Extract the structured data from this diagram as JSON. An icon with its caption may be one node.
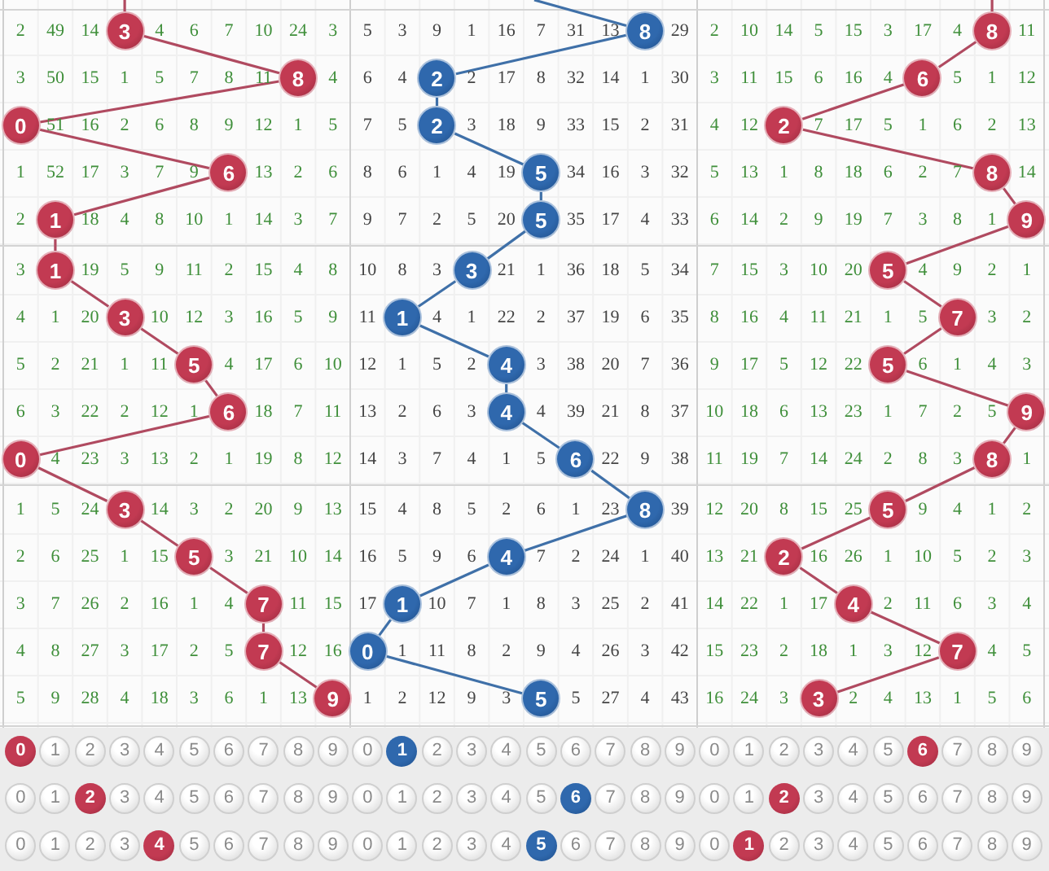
{
  "diagram": {
    "nodes": [
      {
        "text": [
          "3"
        ]
      },
      {
        "text": [
          "8"
        ]
      },
      {
        "text": [
          "8"
        ]
      },
      {
        "text": [
          "8"
        ]
      },
      {
        "text": [
          "2"
        ]
      },
      {
        "text": [
          "6"
        ]
      },
      {
        "text": [
          "0"
        ]
      },
      {
        "text": [
          "2"
        ]
      },
      {
        "text": [
          "2"
        ]
      },
      {
        "text": [
          "6"
        ]
      },
      {
        "text": [
          "5"
        ]
      },
      {
        "text": [
          "8"
        ]
      },
      {
        "text": [
          "1"
        ]
      },
      {
        "text": [
          "5"
        ]
      },
      {
        "text": [
          "9"
        ]
      },
      {
        "text": [
          "1"
        ]
      },
      {
        "text": [
          "3"
        ]
      },
      {
        "text": [
          "5"
        ]
      },
      {
        "text": [
          "3"
        ]
      },
      {
        "text": [
          "1"
        ]
      },
      {
        "text": [
          "7"
        ]
      },
      {
        "text": [
          "5"
        ]
      },
      {
        "text": [
          "4"
        ]
      },
      {
        "text": [
          "5"
        ]
      },
      {
        "text": [
          "6"
        ]
      },
      {
        "text": [
          "4"
        ]
      },
      {
        "text": [
          "9"
        ]
      },
      {
        "text": [
          "0"
        ]
      },
      {
        "text": [
          "6"
        ]
      },
      {
        "text": [
          "8"
        ]
      },
      {
        "text": [
          "3"
        ]
      },
      {
        "text": [
          "8"
        ]
      },
      {
        "text": [
          "5"
        ]
      },
      {
        "text": [
          "5"
        ]
      },
      {
        "text": [
          "4"
        ]
      },
      {
        "text": [
          "2"
        ]
      },
      {
        "text": [
          "7"
        ]
      },
      {
        "text": [
          "1"
        ]
      },
      {
        "text": [
          "4"
        ]
      },
      {
        "text": [
          "7"
        ]
      },
      {
        "text": [
          "0"
        ]
      },
      {
        "text": [
          "7"
        ]
      },
      {
        "text": [
          "9"
        ]
      },
      {
        "text": [
          "5"
        ]
      },
      {
        "text": [
          "3"
        ]
      },
      {
        "text": [
          "0"
        ]
      },
      {
        "text": [
          "1"
        ]
      },
      {
        "text": [
          "2"
        ]
      },
      {
        "text": [
          "3"
        ]
      },
      {
        "text": [
          "4"
        ]
      },
      {
        "text": [
          "5"
        ]
      },
      {
        "text": [
          "6"
        ]
      },
      {
        "text": [
          "7"
        ]
      },
      {
        "text": [
          "8"
        ]
      },
      {
        "text": [
          "9"
        ]
      },
      {
        "text": [
          "0"
        ]
      },
      {
        "text": [
          "1"
        ]
      },
      {
        "text": [
          "2"
        ]
      },
      {
        "text": [
          "3"
        ]
      },
      {
        "text": [
          "4"
        ]
      },
      {
        "text": [
          "5"
        ]
      },
      {
        "text": [
          "6"
        ]
      },
      {
        "text": [
          "7"
        ]
      },
      {
        "text": [
          "8"
        ]
      },
      {
        "text": [
          "9"
        ]
      },
      {
        "text": [
          "0"
        ]
      },
      {
        "text": [
          "1"
        ]
      },
      {
        "text": [
          "2"
        ]
      },
      {
        "text": [
          "3"
        ]
      },
      {
        "text": [
          "4"
        ]
      },
      {
        "text": [
          "5"
        ]
      },
      {
        "text": [
          "6"
        ]
      },
      {
        "text": [
          "7"
        ]
      },
      {
        "text": [
          "8"
        ]
      },
      {
        "text": [
          "9"
        ]
      },
      {
        "text": [
          "0"
        ]
      },
      {
        "text": [
          "1"
        ]
      },
      {
        "text": [
          "2"
        ]
      },
      {
        "text": [
          "3"
        ]
      },
      {
        "text": [
          "4"
        ]
      },
      {
        "text": [
          "5"
        ]
      },
      {
        "text": [
          "6"
        ]
      },
      {
        "text": [
          "7"
        ]
      },
      {
        "text": [
          "8"
        ]
      },
      {
        "text": [
          "9"
        ]
      },
      {
        "text": [
          "0"
        ]
      },
      {
        "text": [
          "1"
        ]
      },
      {
        "text": [
          "2"
        ]
      },
      {
        "text": [
          "3"
        ]
      },
      {
        "text": [
          "4"
        ]
      },
      {
        "text": [
          "5"
        ]
      },
      {
        "text": [
          "6"
        ]
      },
      {
        "text": [
          "7"
        ]
      },
      {
        "text": [
          "8"
        ]
      },
      {
        "text": [
          "9"
        ]
      },
      {
        "text": [
          "0"
        ]
      },
      {
        "text": [
          "1"
        ]
      },
      {
        "text": [
          "2"
        ]
      },
      {
        "text": [
          "3"
        ]
      },
      {
        "text": [
          "4"
        ]
      },
      {
        "text": [
          "5"
        ]
      },
      {
        "text": [
          "6"
        ]
      },
      {
        "text": [
          "7"
        ]
      },
      {
        "text": [
          "8"
        ]
      },
      {
        "text": [
          "9"
        ]
      },
      {
        "text": [
          "0"
        ]
      },
      {
        "text": [
          "1"
        ]
      },
      {
        "text": [
          "2"
        ]
      },
      {
        "text": [
          "3"
        ]
      },
      {
        "text": [
          "4"
        ]
      },
      {
        "text": [
          "5"
        ]
      },
      {
        "text": [
          "6"
        ]
      },
      {
        "text": [
          "7"
        ]
      },
      {
        "text": [
          "8"
        ]
      },
      {
        "text": [
          "9"
        ]
      },
      {
        "text": [
          "0"
        ]
      },
      {
        "text": [
          "1"
        ]
      },
      {
        "text": [
          "2"
        ]
      },
      {
        "text": [
          "3"
        ]
      },
      {
        "text": [
          "4"
        ]
      },
      {
        "text": [
          "5"
        ]
      },
      {
        "text": [
          "6"
        ]
      },
      {
        "text": [
          "7"
        ]
      },
      {
        "text": [
          "8"
        ]
      },
      {
        "text": [
          "9"
        ]
      },
      {
        "text": [
          "0"
        ]
      },
      {
        "text": [
          "1"
        ]
      },
      {
        "text": [
          "2"
        ]
      },
      {
        "text": [
          "3"
        ]
      },
      {
        "text": [
          "4"
        ]
      },
      {
        "text": [
          "5"
        ]
      },
      {
        "text": [
          "6"
        ]
      },
      {
        "text": [
          "7"
        ]
      },
      {
        "text": [
          "8"
        ]
      },
      {
        "text": [
          "9"
        ]
      }
    ],
    "edges": [
      {
        "from": null,
        "to": 0,
        "arrow": "none"
      },
      {
        "from": 0,
        "to": 3,
        "arrow": "none"
      },
      {
        "from": 3,
        "to": 6,
        "arrow": "none"
      },
      {
        "from": 6,
        "to": 9,
        "arrow": "none"
      },
      {
        "from": 9,
        "to": 12,
        "arrow": "none"
      },
      {
        "from": 12,
        "to": 15,
        "arrow": "none"
      },
      {
        "from": 15,
        "to": 18,
        "arrow": "none"
      },
      {
        "from": 18,
        "to": 21,
        "arrow": "none"
      },
      {
        "from": 21,
        "to": 24,
        "arrow": "none"
      },
      {
        "from": 24,
        "to": 27,
        "arrow": "none"
      },
      {
        "from": 27,
        "to": 30,
        "arrow": "none"
      },
      {
        "from": 30,
        "to": 33,
        "arrow": "none"
      },
      {
        "from": 33,
        "to": 36,
        "arrow": "none"
      },
      {
        "from": 36,
        "to": 39,
        "arrow": "none"
      },
      {
        "from": 39,
        "to": 42,
        "arrow": "none"
      },
      {
        "from": null,
        "to": 1,
        "arrow": "none",
        "color": "#3f70a8"
      },
      {
        "from": 1,
        "to": 4,
        "arrow": "none",
        "color": "#3f70a8"
      },
      {
        "from": 4,
        "to": 7,
        "arrow": "none",
        "color": "#3f70a8"
      },
      {
        "from": 7,
        "to": 10,
        "arrow": "none",
        "color": "#3f70a8"
      },
      {
        "from": 10,
        "to": 13,
        "arrow": "none",
        "color": "#3f70a8"
      },
      {
        "from": 13,
        "to": 16,
        "arrow": "none",
        "color": "#3f70a8"
      },
      {
        "from": 16,
        "to": 19,
        "arrow": "none",
        "color": "#3f70a8"
      },
      {
        "from": 19,
        "to": 22,
        "arrow": "none",
        "color": "#3f70a8"
      },
      {
        "from": 22,
        "to": 25,
        "arrow": "none",
        "color": "#3f70a8"
      },
      {
        "from": 25,
        "to": 28,
        "arrow": "none",
        "color": "#3f70a8"
      },
      {
        "from": 28,
        "to": 31,
        "arrow": "none",
        "color": "#3f70a8"
      },
      {
        "from": 31,
        "to": 34,
        "arrow": "none",
        "color": "#3f70a8"
      },
      {
        "from": 34,
        "to": 37,
        "arrow": "none",
        "color": "#3f70a8"
      },
      {
        "from": 37,
        "to": 40,
        "arrow": "none",
        "color": "#3f70a8"
      },
      {
        "from": 40,
        "to": 43,
        "arrow": "none",
        "color": "#3f70a8"
      },
      {
        "from": null,
        "to": 2,
        "arrow": "none"
      },
      {
        "from": 2,
        "to": 5,
        "arrow": "none"
      },
      {
        "from": 5,
        "to": 8,
        "arrow": "none"
      },
      {
        "from": 8,
        "to": 11,
        "arrow": "none"
      },
      {
        "from": 11,
        "to": 14,
        "arrow": "none"
      },
      {
        "from": 14,
        "to": 17,
        "arrow": "none"
      },
      {
        "from": 17,
        "to": 20,
        "arrow": "none"
      },
      {
        "from": 20,
        "to": 23,
        "arrow": "none"
      },
      {
        "from": 23,
        "to": 26,
        "arrow": "none"
      },
      {
        "from": 26,
        "to": 29,
        "arrow": "none"
      },
      {
        "from": 29,
        "to": 32,
        "arrow": "none"
      },
      {
        "from": 32,
        "to": 35,
        "arrow": "none"
      },
      {
        "from": 35,
        "to": 38,
        "arrow": "none"
      },
      {
        "from": 38,
        "to": 41,
        "arrow": "none"
      },
      {
        "from": 41,
        "to": 44,
        "arrow": "none"
      }
    ],
    "labels": [
      "2",
      "49",
      "14",
      "4",
      "6",
      "7",
      "10",
      "24",
      "3",
      "5",
      "3",
      "9",
      "1",
      "16",
      "7",
      "31",
      "13",
      "29",
      "2",
      "10",
      "14",
      "5",
      "15",
      "3",
      "17",
      "4",
      "11",
      "3",
      "50",
      "15",
      "1",
      "5",
      "7",
      "8",
      "11",
      "4",
      "6",
      "4",
      "2",
      "17",
      "8",
      "32",
      "14",
      "1",
      "30",
      "3",
      "11",
      "15",
      "6",
      "16",
      "4",
      "5",
      "1",
      "12",
      "51",
      "16",
      "2",
      "6",
      "8",
      "9",
      "12",
      "1",
      "5",
      "7",
      "5",
      "3",
      "18",
      "9",
      "33",
      "15",
      "2",
      "31",
      "4",
      "12",
      "7",
      "17",
      "5",
      "1",
      "6",
      "2",
      "13",
      "1",
      "52",
      "17",
      "3",
      "7",
      "9",
      "13",
      "2",
      "6",
      "8",
      "6",
      "1",
      "4",
      "19",
      "34",
      "16",
      "3",
      "32",
      "5",
      "13",
      "1",
      "8",
      "18",
      "6",
      "2",
      "7",
      "14",
      "2",
      "18",
      "4",
      "8",
      "10",
      "1",
      "14",
      "3",
      "7",
      "9",
      "7",
      "2",
      "5",
      "20",
      "35",
      "17",
      "4",
      "33",
      "6",
      "14",
      "2",
      "9",
      "19",
      "7",
      "3",
      "8",
      "1",
      "3",
      "19",
      "5",
      "9",
      "11",
      "2",
      "15",
      "4",
      "8",
      "10",
      "8",
      "3",
      "21",
      "1",
      "36",
      "18",
      "5",
      "34",
      "7",
      "15",
      "3",
      "10",
      "20",
      "4",
      "9",
      "2",
      "1",
      "4",
      "1",
      "20",
      "10",
      "12",
      "3",
      "16",
      "5",
      "9",
      "11",
      "4",
      "1",
      "22",
      "2",
      "37",
      "19",
      "6",
      "35",
      "8",
      "16",
      "4",
      "11",
      "21",
      "1",
      "5",
      "3",
      "2",
      "5",
      "2",
      "21",
      "1",
      "11",
      "4",
      "17",
      "6",
      "10",
      "12",
      "1",
      "5",
      "2",
      "3",
      "38",
      "20",
      "7",
      "36",
      "9",
      "17",
      "5",
      "12",
      "22",
      "6",
      "1",
      "4",
      "3",
      "6",
      "3",
      "22",
      "2",
      "12",
      "1",
      "18",
      "7",
      "11",
      "13",
      "2",
      "6",
      "3",
      "4",
      "39",
      "21",
      "8",
      "37",
      "10",
      "18",
      "6",
      "13",
      "23",
      "1",
      "7",
      "2",
      "5",
      "4",
      "23",
      "3",
      "13",
      "2",
      "1",
      "19",
      "8",
      "12",
      "14",
      "3",
      "7",
      "4",
      "1",
      "5",
      "22",
      "9",
      "38",
      "11",
      "19",
      "7",
      "14",
      "24",
      "2",
      "8",
      "3",
      "1",
      "1",
      "5",
      "24",
      "14",
      "3",
      "2",
      "20",
      "9",
      "13",
      "15",
      "4",
      "8",
      "5",
      "2",
      "6",
      "1",
      "23",
      "39",
      "12",
      "20",
      "8",
      "15",
      "25",
      "9",
      "4",
      "1",
      "2",
      "2",
      "6",
      "25",
      "1",
      "15",
      "3",
      "21",
      "10",
      "14",
      "16",
      "5",
      "9",
      "6",
      "7",
      "2",
      "24",
      "1",
      "40",
      "13",
      "21",
      "16",
      "26",
      "1",
      "10",
      "5",
      "2",
      "3",
      "3",
      "7",
      "26",
      "2",
      "16",
      "1",
      "4",
      "11",
      "15",
      "17",
      "10",
      "7",
      "1",
      "8",
      "3",
      "25",
      "2",
      "41",
      "14",
      "22",
      "1",
      "17",
      "2",
      "11",
      "6",
      "3",
      "4",
      "4",
      "8",
      "27",
      "3",
      "17",
      "2",
      "5",
      "12",
      "16",
      "1",
      "11",
      "8",
      "2",
      "9",
      "4",
      "26",
      "3",
      "42",
      "15",
      "23",
      "2",
      "18",
      "1",
      "3",
      "12",
      "4",
      "5",
      "5",
      "9",
      "28",
      "4",
      "18",
      "3",
      "6",
      "1",
      "13",
      "1",
      "2",
      "12",
      "9",
      "3",
      "5",
      "27",
      "4",
      "43",
      "16",
      "24",
      "3",
      "2",
      "4",
      "13",
      "1",
      "5",
      "6"
    ]
  }
}
